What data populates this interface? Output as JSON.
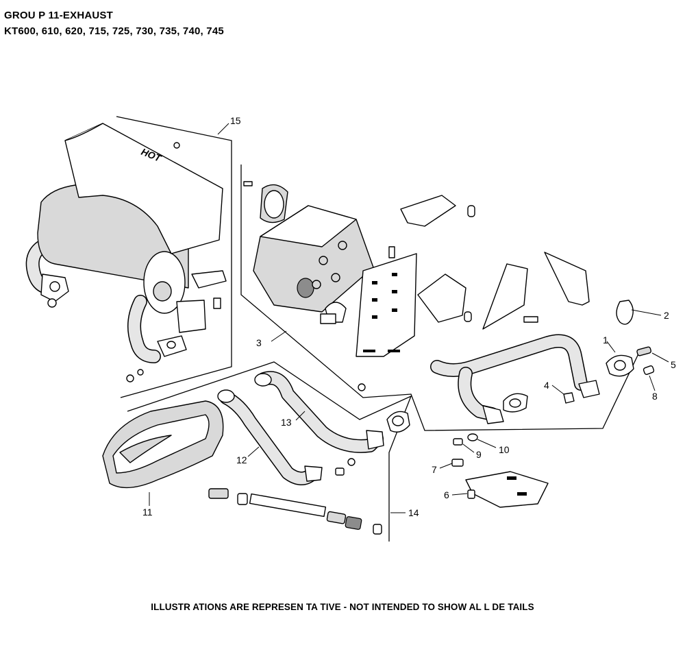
{
  "header": {
    "group_title": "GROU P 11-EXHAUST",
    "models": "KT600, 610, 620, 715, 725, 730, 735, 740, 745"
  },
  "callouts": [
    "1",
    "2",
    "3",
    "4",
    "5",
    "6",
    "7",
    "8",
    "9",
    "10",
    "11",
    "12",
    "13",
    "14",
    "15"
  ],
  "footer": {
    "disclaimer": "ILLUSTR ATIONS ARE REPRESEN    TA TIVE - NOT INTENDED     TO SHOW  AL L DE TAILS"
  },
  "heat_shield_marking": "HOT"
}
